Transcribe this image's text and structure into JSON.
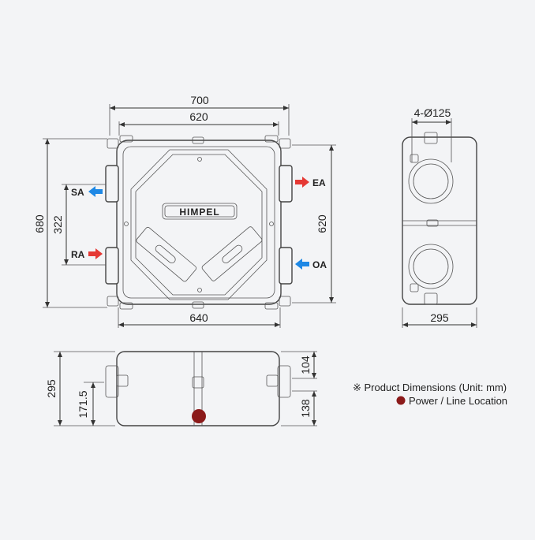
{
  "colors": {
    "background": "#f3f4f6",
    "line": "#333333",
    "supply_arrow": "#1e88e5",
    "exhaust_arrow": "#e53935",
    "power_dot": "#8b1a1a"
  },
  "top_view": {
    "dims": {
      "outer_width": "700",
      "inner_width": "620",
      "bottom_width": "640",
      "overall_height": "680",
      "port_spacing": "322",
      "right_height": "620"
    },
    "ports": {
      "sa": "SA",
      "ra": "RA",
      "ea": "EA",
      "oa": "OA"
    },
    "logo": "HIMPEL"
  },
  "side_view": {
    "dims": {
      "duct": "4-Ø125",
      "width": "295"
    }
  },
  "front_view": {
    "dims": {
      "height": "295",
      "lower_height": "171.5",
      "top_offset": "104",
      "bottom_offset": "138"
    }
  },
  "notes": {
    "dimensions": "※ Product Dimensions (Unit: mm)",
    "power": "Power / Line Location"
  }
}
